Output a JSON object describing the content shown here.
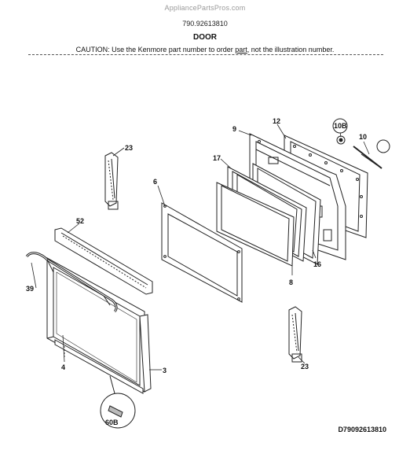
{
  "header": {
    "site": "AppliancePartsPros.com",
    "model_number": "790.92613810",
    "title": "DOOR",
    "caution_prefix": "CAUTION: Use the Kenmore part number to order ",
    "caution_link": "part",
    "caution_suffix": ", not the illustration number."
  },
  "callouts": {
    "c23a": "23",
    "c6": "6",
    "c9": "9",
    "c12": "12",
    "c17": "17",
    "c10b": "10B",
    "c10": "10",
    "c52": "52",
    "c39": "39",
    "c8": "8",
    "c16": "16",
    "c4": "4",
    "c3": "3",
    "c23b": "23",
    "c60b": "60B"
  },
  "diagram_code": "D79092613810"
}
